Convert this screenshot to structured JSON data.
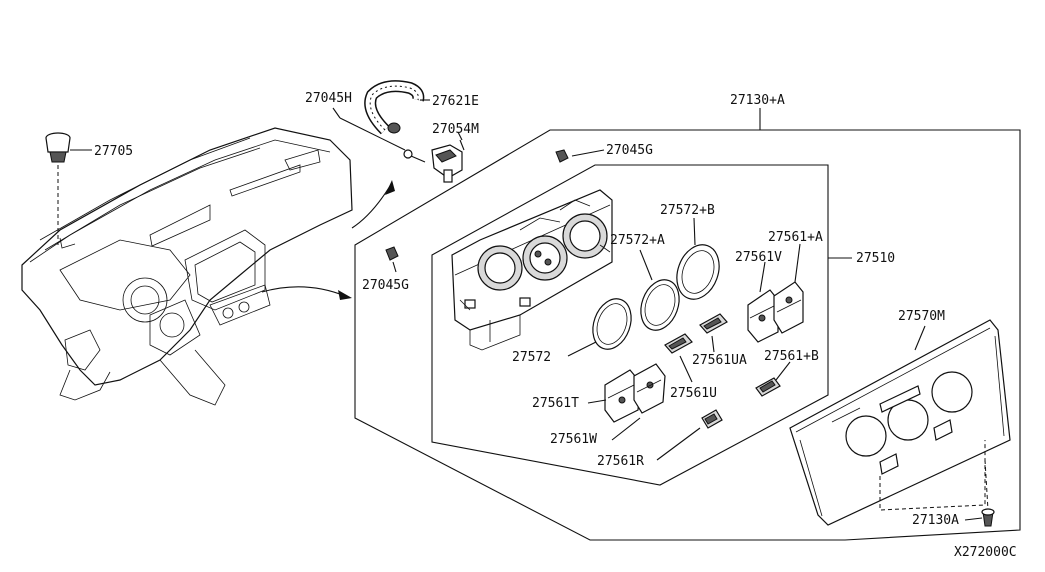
{
  "diagram_code": "X272000C",
  "labels": {
    "p27705": "27705",
    "p27045H": "27045H",
    "p27621E": "27621E",
    "p27054M": "27054M",
    "p27130A_top": "27130+A",
    "p27045G_top": "27045G",
    "p27045G_left": "27045G",
    "p27572B": "27572+B",
    "p27572A": "27572+A",
    "p27561A": "27561+A",
    "p27561V": "27561V",
    "p27510": "27510",
    "p27570M": "27570M",
    "p27572": "27572",
    "p27561UA": "27561UA",
    "p27561B": "27561+B",
    "p27561U": "27561U",
    "p27561T": "27561T",
    "p27561W": "27561W",
    "p27561R": "27561R",
    "p27130A": "27130A"
  }
}
